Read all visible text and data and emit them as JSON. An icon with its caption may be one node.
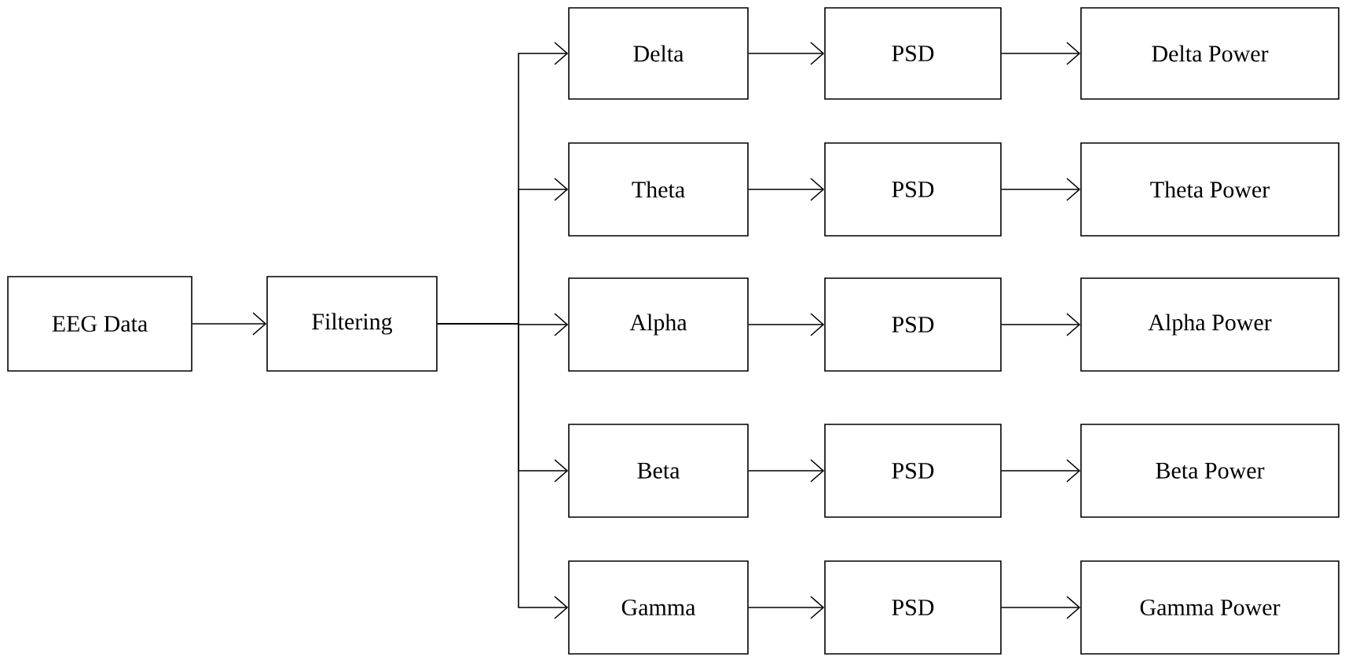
{
  "diagram": {
    "nodes": [
      {
        "text": [
          "EEG Data"
        ]
      },
      {
        "text": [
          "Filtering"
        ]
      },
      {
        "text": [
          "Delta"
        ]
      },
      {
        "text": [
          "Theta"
        ]
      },
      {
        "text": [
          "Alpha"
        ]
      },
      {
        "text": [
          "Beta"
        ]
      },
      {
        "text": [
          "Gamma"
        ]
      },
      {
        "text": [
          "PSD"
        ]
      },
      {
        "text": [
          "PSD"
        ]
      },
      {
        "text": [
          "PSD"
        ]
      },
      {
        "text": [
          "PSD"
        ]
      },
      {
        "text": [
          "PSD"
        ]
      },
      {
        "text": [
          "Delta Power"
        ]
      },
      {
        "text": [
          "Theta Power"
        ]
      },
      {
        "text": [
          "Alpha Power"
        ]
      },
      {
        "text": [
          "Beta Power"
        ]
      },
      {
        "text": [
          "Gamma Power"
        ]
      }
    ],
    "edges": [
      {
        "from": 0,
        "to": 1,
        "arrow": "to"
      },
      {
        "from": 1,
        "to": 2,
        "arrow": "to"
      },
      {
        "from": 1,
        "to": 3,
        "arrow": "to"
      },
      {
        "from": 1,
        "to": 4,
        "arrow": "to"
      },
      {
        "from": 1,
        "to": 5,
        "arrow": "to"
      },
      {
        "from": 1,
        "to": 6,
        "arrow": "to"
      },
      {
        "from": 2,
        "to": 7,
        "arrow": "to"
      },
      {
        "from": 3,
        "to": 8,
        "arrow": "to"
      },
      {
        "from": 4,
        "to": 9,
        "arrow": "to"
      },
      {
        "from": 5,
        "to": 10,
        "arrow": "to"
      },
      {
        "from": 6,
        "to": 11,
        "arrow": "to"
      },
      {
        "from": 7,
        "to": 12,
        "arrow": "to"
      },
      {
        "from": 8,
        "to": 13,
        "arrow": "to"
      },
      {
        "from": 9,
        "to": 14,
        "arrow": "to"
      },
      {
        "from": 10,
        "to": 15,
        "arrow": "to"
      },
      {
        "from": 11,
        "to": 16,
        "arrow": "to"
      }
    ]
  }
}
